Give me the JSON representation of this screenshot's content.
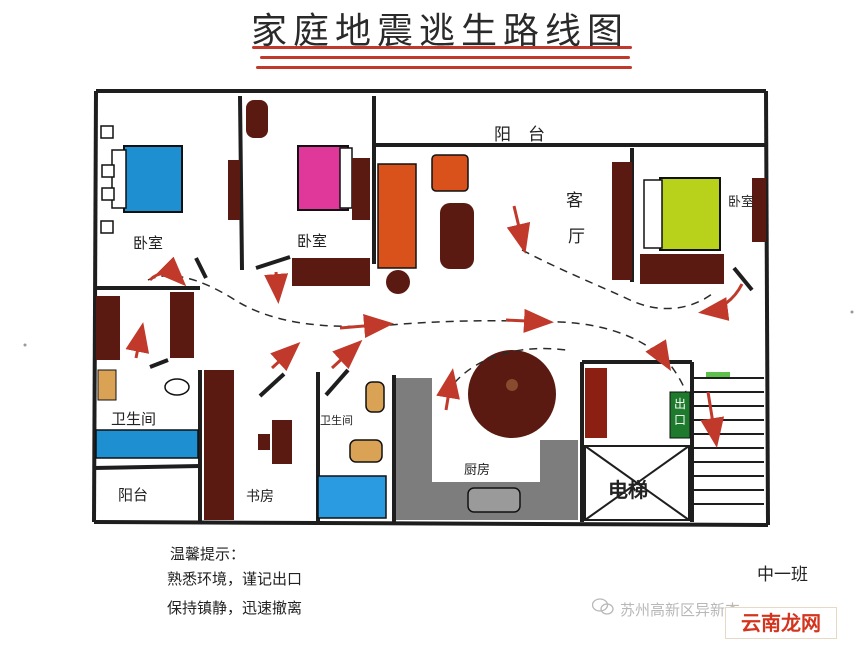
{
  "title": "家庭地震逃生路线图",
  "rooms": {
    "balcony_top": "阳　台",
    "bedroom_left": "卧室",
    "bedroom_middle": "卧室",
    "living_room_1": "客",
    "living_room_2": "厅",
    "bedroom_right": "卧室",
    "bathroom_left": "卫生间",
    "balcony_bottom": "阳台",
    "study": "书房",
    "bathroom_middle": "卫生间",
    "kitchen": "厨房",
    "elevator": "电梯",
    "exit_sign": "出口"
  },
  "notes": {
    "heading": "温馨提示：",
    "line1": "熟悉环境，谨记出口",
    "line2": "保持镇静，迅速撤离"
  },
  "class_label": "中一班",
  "watermark": "苏州高新区异新杰",
  "brand": "云南龙网",
  "colors": {
    "wall": "#1e1e1e",
    "furniture": "#5a1a12",
    "sofa": "#d9521c",
    "bed_left": "#1e8fd0",
    "bed_middle": "#e0389a",
    "bed_right": "#b8d11a",
    "tub": "#2a9be0",
    "kitchen": "#7d7d7d",
    "route_arrow": "#c0392b",
    "title_underline": "#c0392b"
  }
}
